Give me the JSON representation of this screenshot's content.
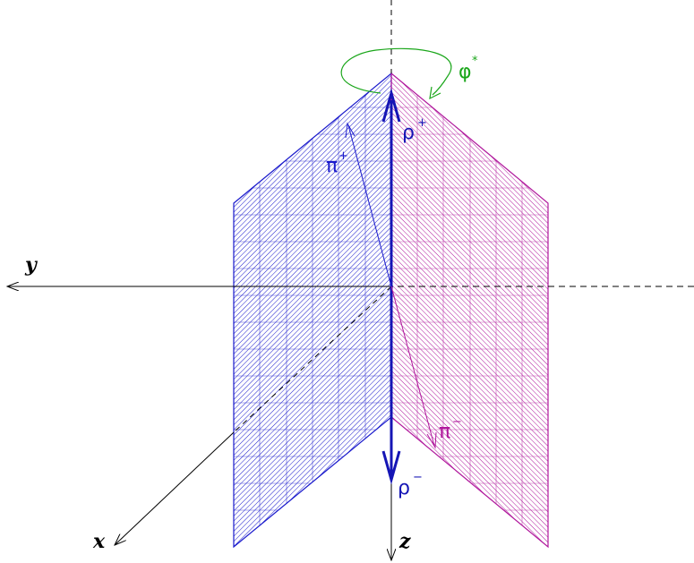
{
  "axes": {
    "x_label": "x",
    "y_label": "y",
    "z_label": "z"
  },
  "vectors": {
    "rho_plus": {
      "symbol": "ρ",
      "sign": "+"
    },
    "rho_minus": {
      "symbol": "ρ",
      "sign": "−"
    },
    "pi_plus": {
      "symbol": "π",
      "sign": "+"
    },
    "pi_minus": {
      "symbol": "π",
      "sign": "−"
    }
  },
  "angle": {
    "symbol": "φ",
    "mark": "*"
  },
  "colors": {
    "plane_left": "#1a1acc",
    "plane_right": "#b0189c",
    "rho_arrow": "#1515b5",
    "angle": "#1aa61a",
    "axis": "#000000"
  }
}
